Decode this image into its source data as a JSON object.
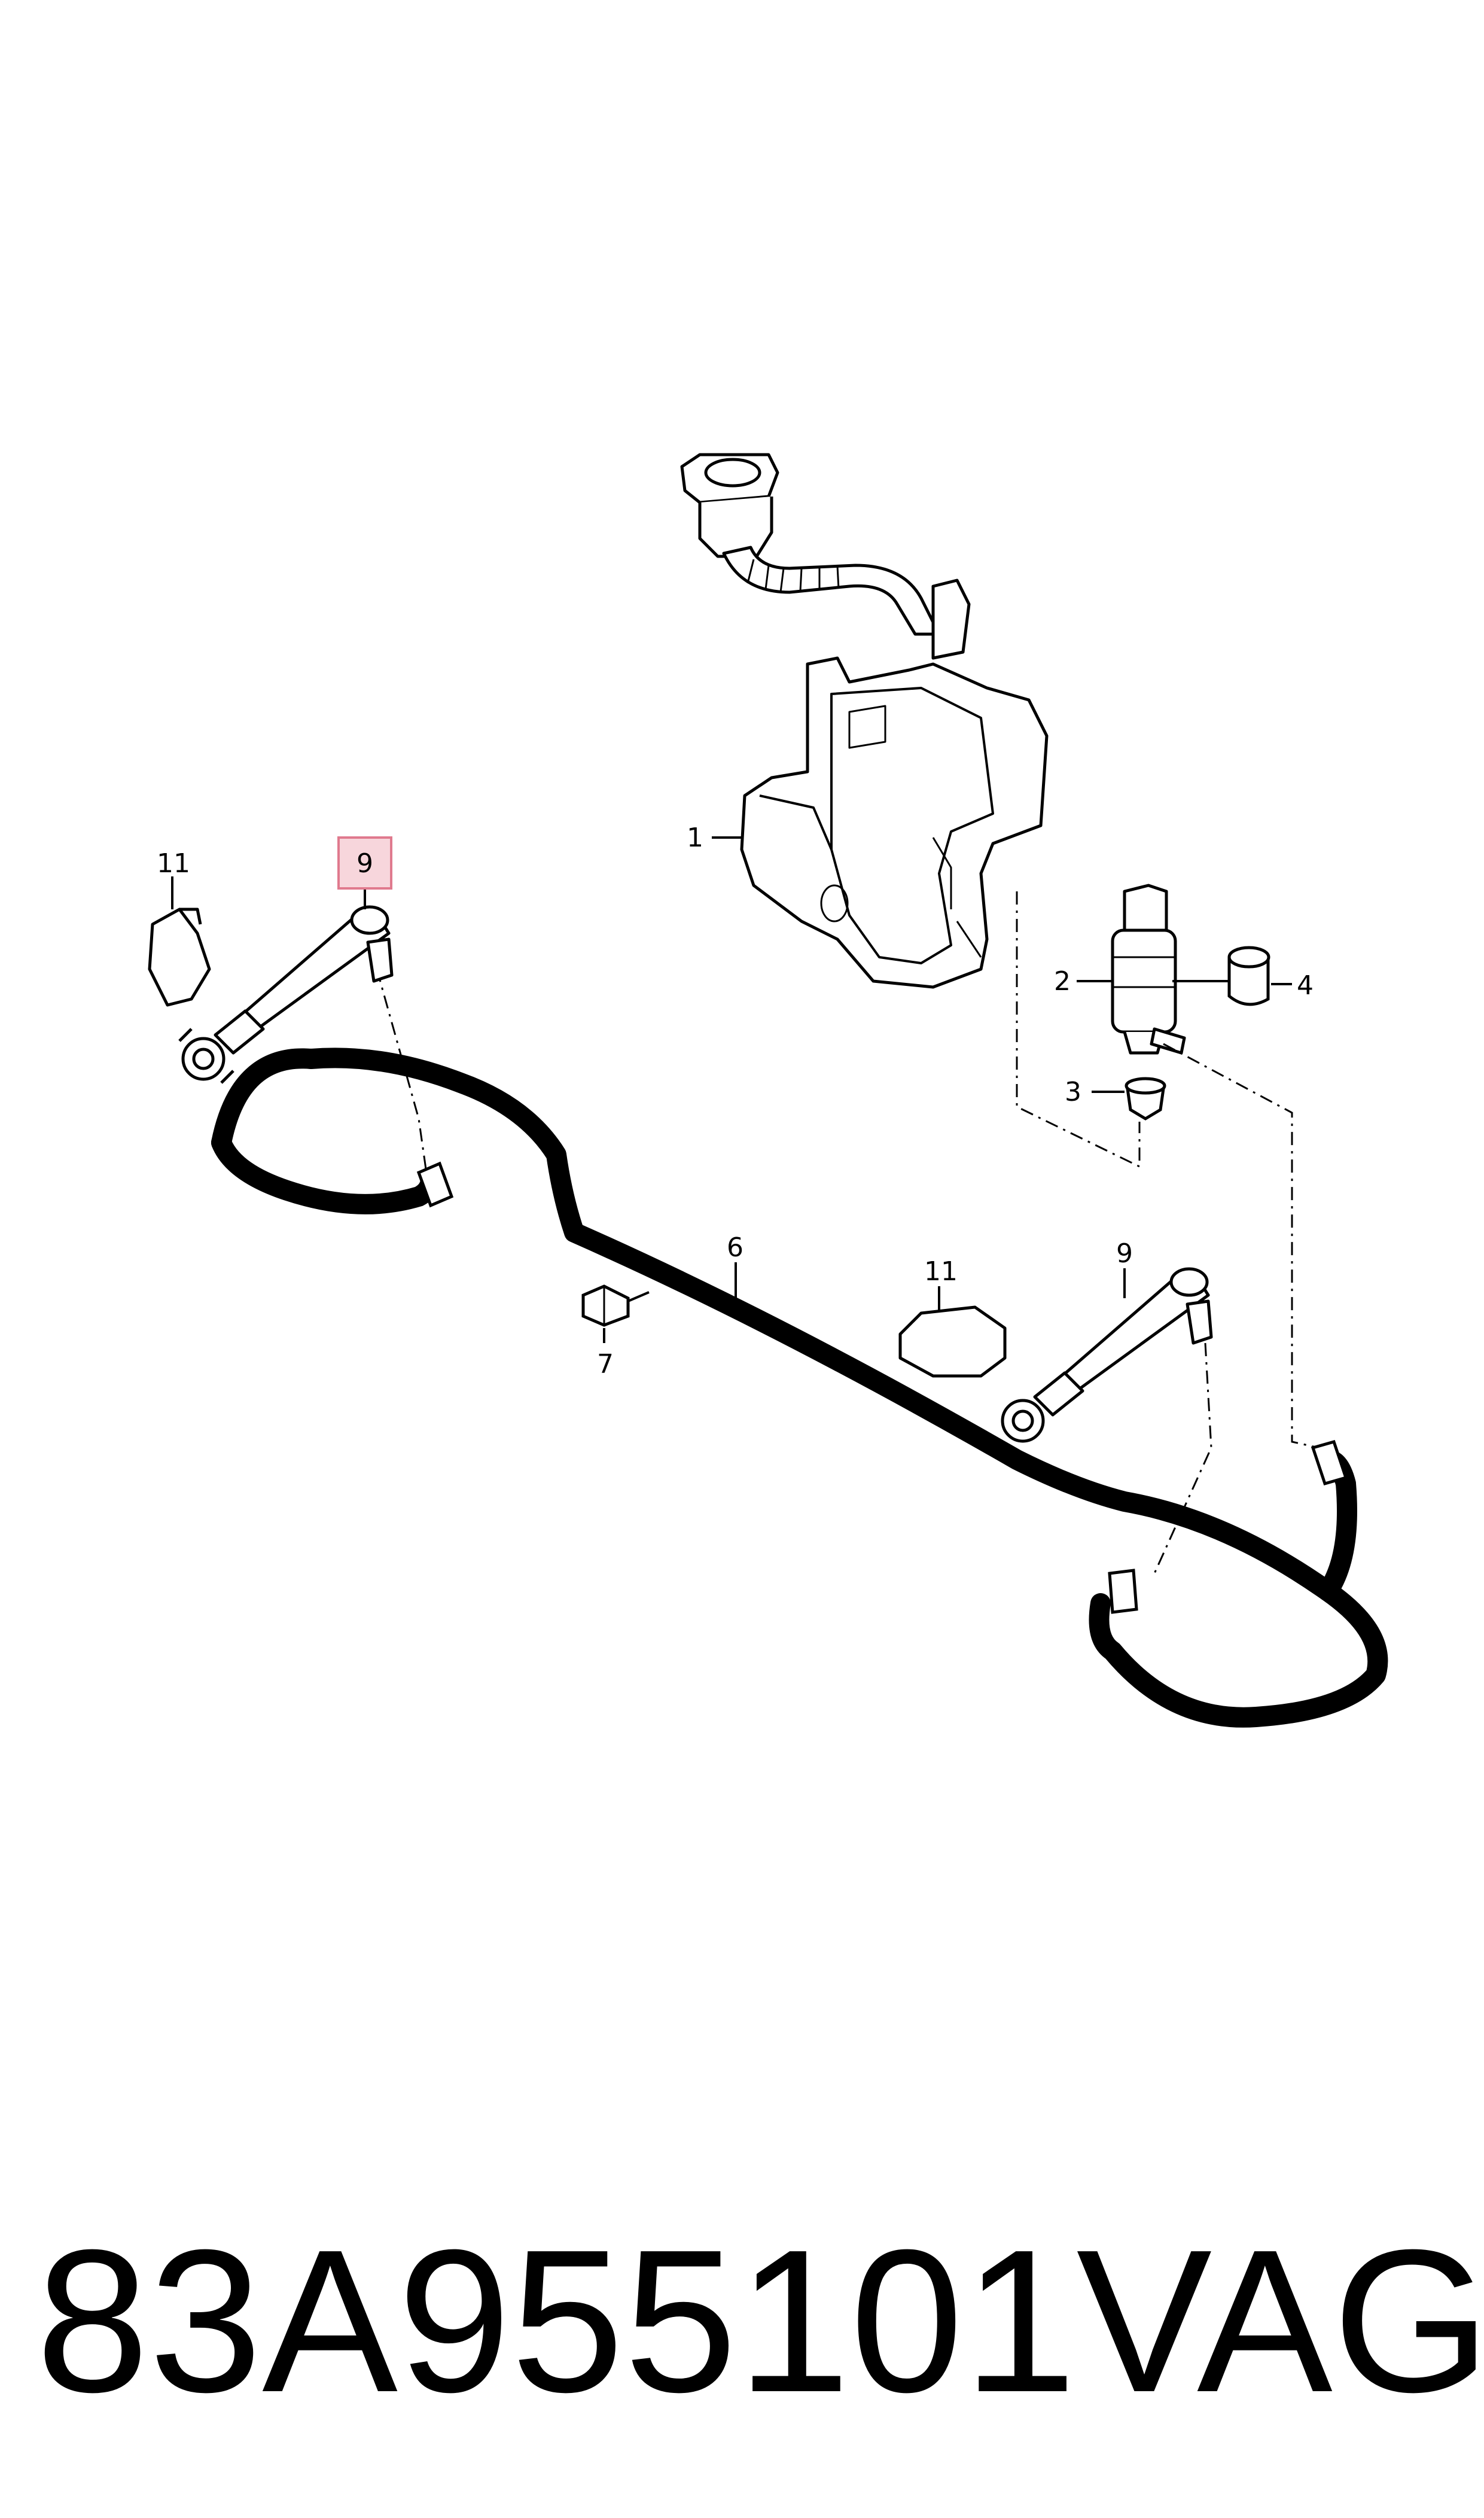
{
  "callouts": {
    "c1": "1",
    "c2": "2",
    "c3": "3",
    "c4": "4",
    "c6": "6",
    "c7": "7",
    "c9_left": "9",
    "c9_right": "9",
    "c11_left": "11",
    "c11_right": "11"
  },
  "footer": {
    "part_number": "83A955101",
    "brand": "VAG"
  },
  "colors": {
    "line": "#000000",
    "highlight_fill": "#f7d6dc",
    "highlight_stroke": "#e07a8e",
    "dash": "#000000"
  }
}
